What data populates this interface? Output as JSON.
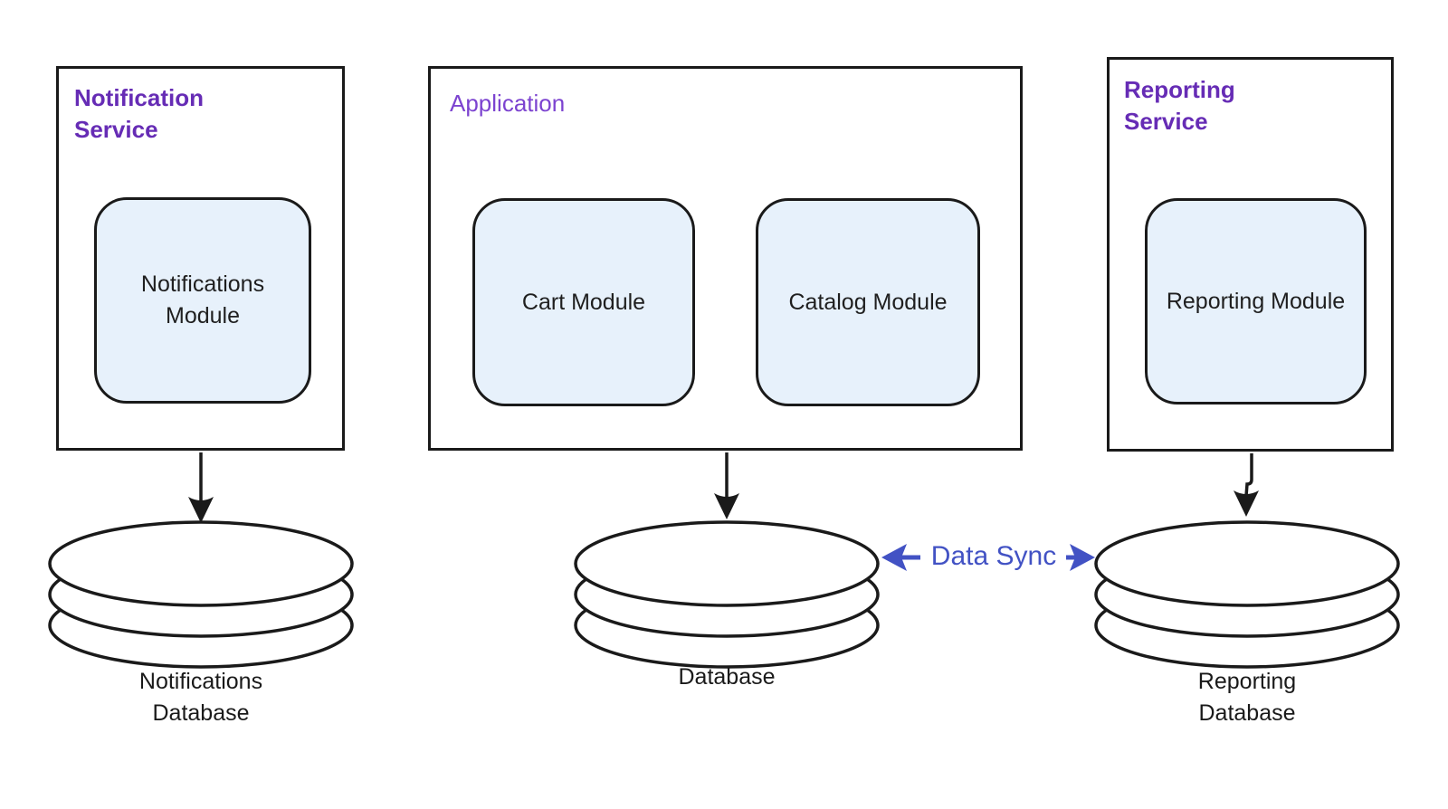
{
  "diagram": {
    "type": "architecture",
    "notification_service": {
      "title": "Notification Service",
      "module_label": "Notifications Module"
    },
    "application": {
      "title": "Application",
      "cart_module_label": "Cart Module",
      "catalog_module_label": "Catalog Module"
    },
    "reporting_service": {
      "title": "Reporting Service",
      "module_label": "Reporting Module"
    },
    "databases": {
      "notifications_db_label": "Notifications Database",
      "main_db_label": "Database",
      "reporting_db_label": "Reporting Database"
    },
    "sync": {
      "label": "Data Sync"
    },
    "colors": {
      "service_title_purple": "#662cb5",
      "application_title_purple": "#7c43d0",
      "sync_blue": "#4252c4",
      "module_fill": "#e7f1fb",
      "stroke_black": "#1a1a1a",
      "text_dark": "#1f1f1f",
      "background": "#ffffff"
    }
  }
}
